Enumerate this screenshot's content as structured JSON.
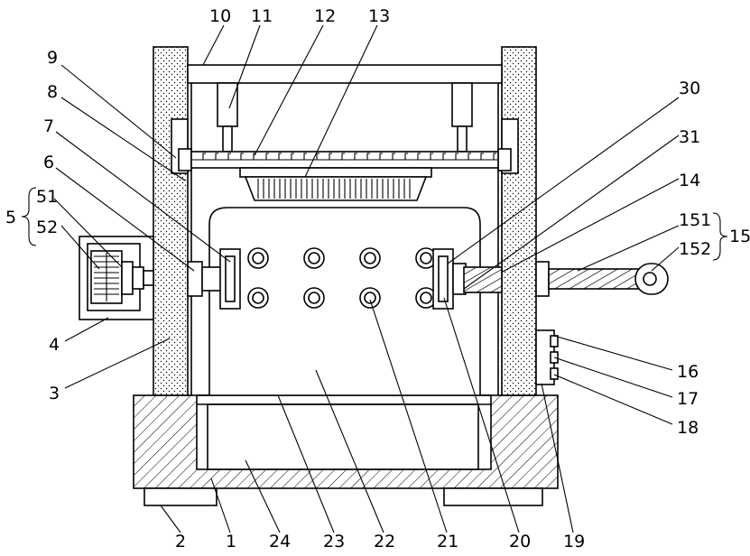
{
  "labels": {
    "l1": "1",
    "l2": "2",
    "l3": "3",
    "l4": "4",
    "l5": "5",
    "l51": "51",
    "l52": "52",
    "l6": "6",
    "l7": "7",
    "l8": "8",
    "l9": "9",
    "l10": "10",
    "l11": "11",
    "l12": "12",
    "l13": "13",
    "l14": "14",
    "l15": "15",
    "l151": "151",
    "l152": "152",
    "l16": "16",
    "l17": "17",
    "l18": "18",
    "l19": "19",
    "l20": "20",
    "l21": "21",
    "l22": "22",
    "l23": "23",
    "l24": "24",
    "l30": "30",
    "l31": "31"
  }
}
